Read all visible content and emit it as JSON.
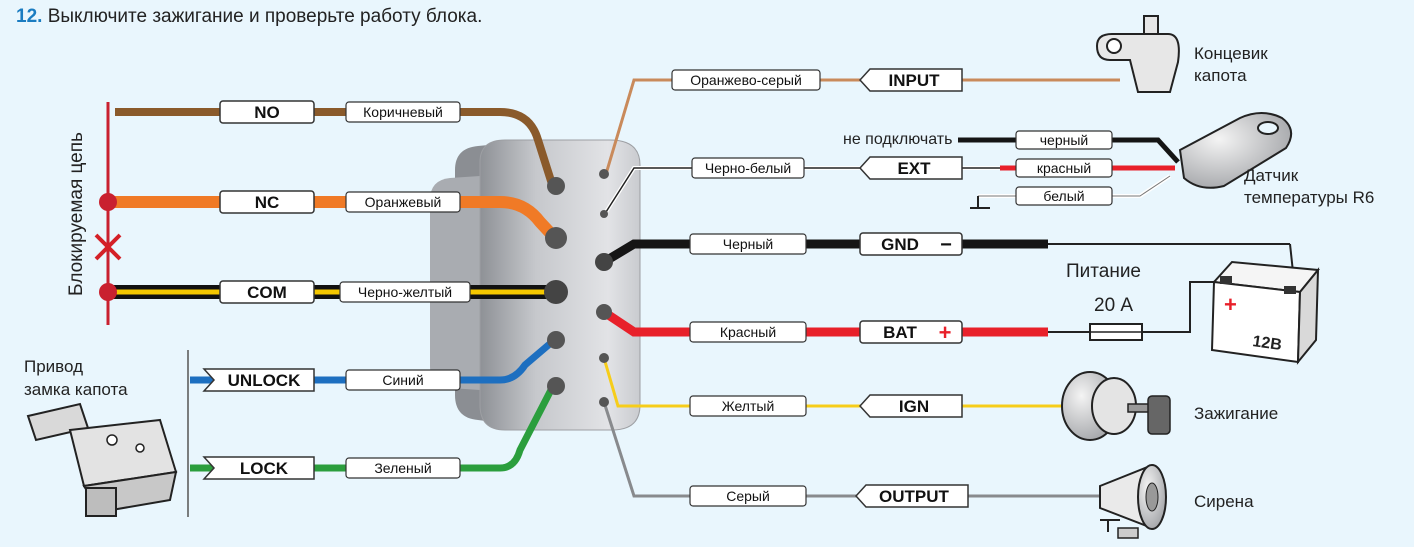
{
  "header": {
    "step_number": "12.",
    "instruction": "Выключите зажигание и проверьте работу блока."
  },
  "colors": {
    "background": "#e9f6fd",
    "accent": "#1a7cc1"
  },
  "left": {
    "circuit_label": "Блокируемая цепь",
    "actuator_label_line1": "Привод",
    "actuator_label_line2": "замка капота",
    "terminals": [
      "NO",
      "NC",
      "COM",
      "UNLOCK",
      "LOCK"
    ],
    "wires": [
      "Коричневый",
      "Оранжевый",
      "Черно-желтый",
      "Синий",
      "Зеленый"
    ]
  },
  "right": {
    "terminals": [
      "INPUT",
      "EXT",
      "GND",
      "BAT",
      "IGN",
      "OUTPUT"
    ],
    "gnd_sign": "−",
    "bat_sign": "+",
    "wires": [
      "Оранжево-серый",
      "Черно-белый",
      "Черный",
      "Красный",
      "Желтый",
      "Серый"
    ],
    "sensor_wires": [
      "черный",
      "красный",
      "белый"
    ],
    "no_connect": "не подключать",
    "hood_switch_line1": "Концевик",
    "hood_switch_line2": "капота",
    "temp_sensor_line1": "Датчик",
    "temp_sensor_line2": "температуры R6",
    "power_line1": "Питание",
    "power_line2": "20 А",
    "battery_label": "12В",
    "ignition_label": "Зажигание",
    "siren_label": "Сирена"
  }
}
